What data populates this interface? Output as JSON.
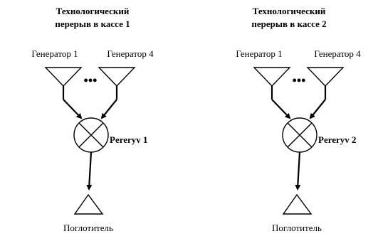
{
  "colors": {
    "stroke": "#000000",
    "background": "#ffffff"
  },
  "panels": [
    {
      "title_line1": "Технологический",
      "title_line2": "перерыв в кассе 1",
      "generator_left": "Генератор 1",
      "generator_right": "Генератор 4",
      "ellipsis": "•••",
      "node_label": "Pereryv 1",
      "sink_label": "Поглотитель"
    },
    {
      "title_line1": "Технологический",
      "title_line2": "перерыв в кассе 2",
      "generator_left": "Генератор 1",
      "generator_right": "Генератор 4",
      "ellipsis": "•••",
      "node_label": "Pereryv 2",
      "sink_label": "Поглотитель"
    }
  ]
}
